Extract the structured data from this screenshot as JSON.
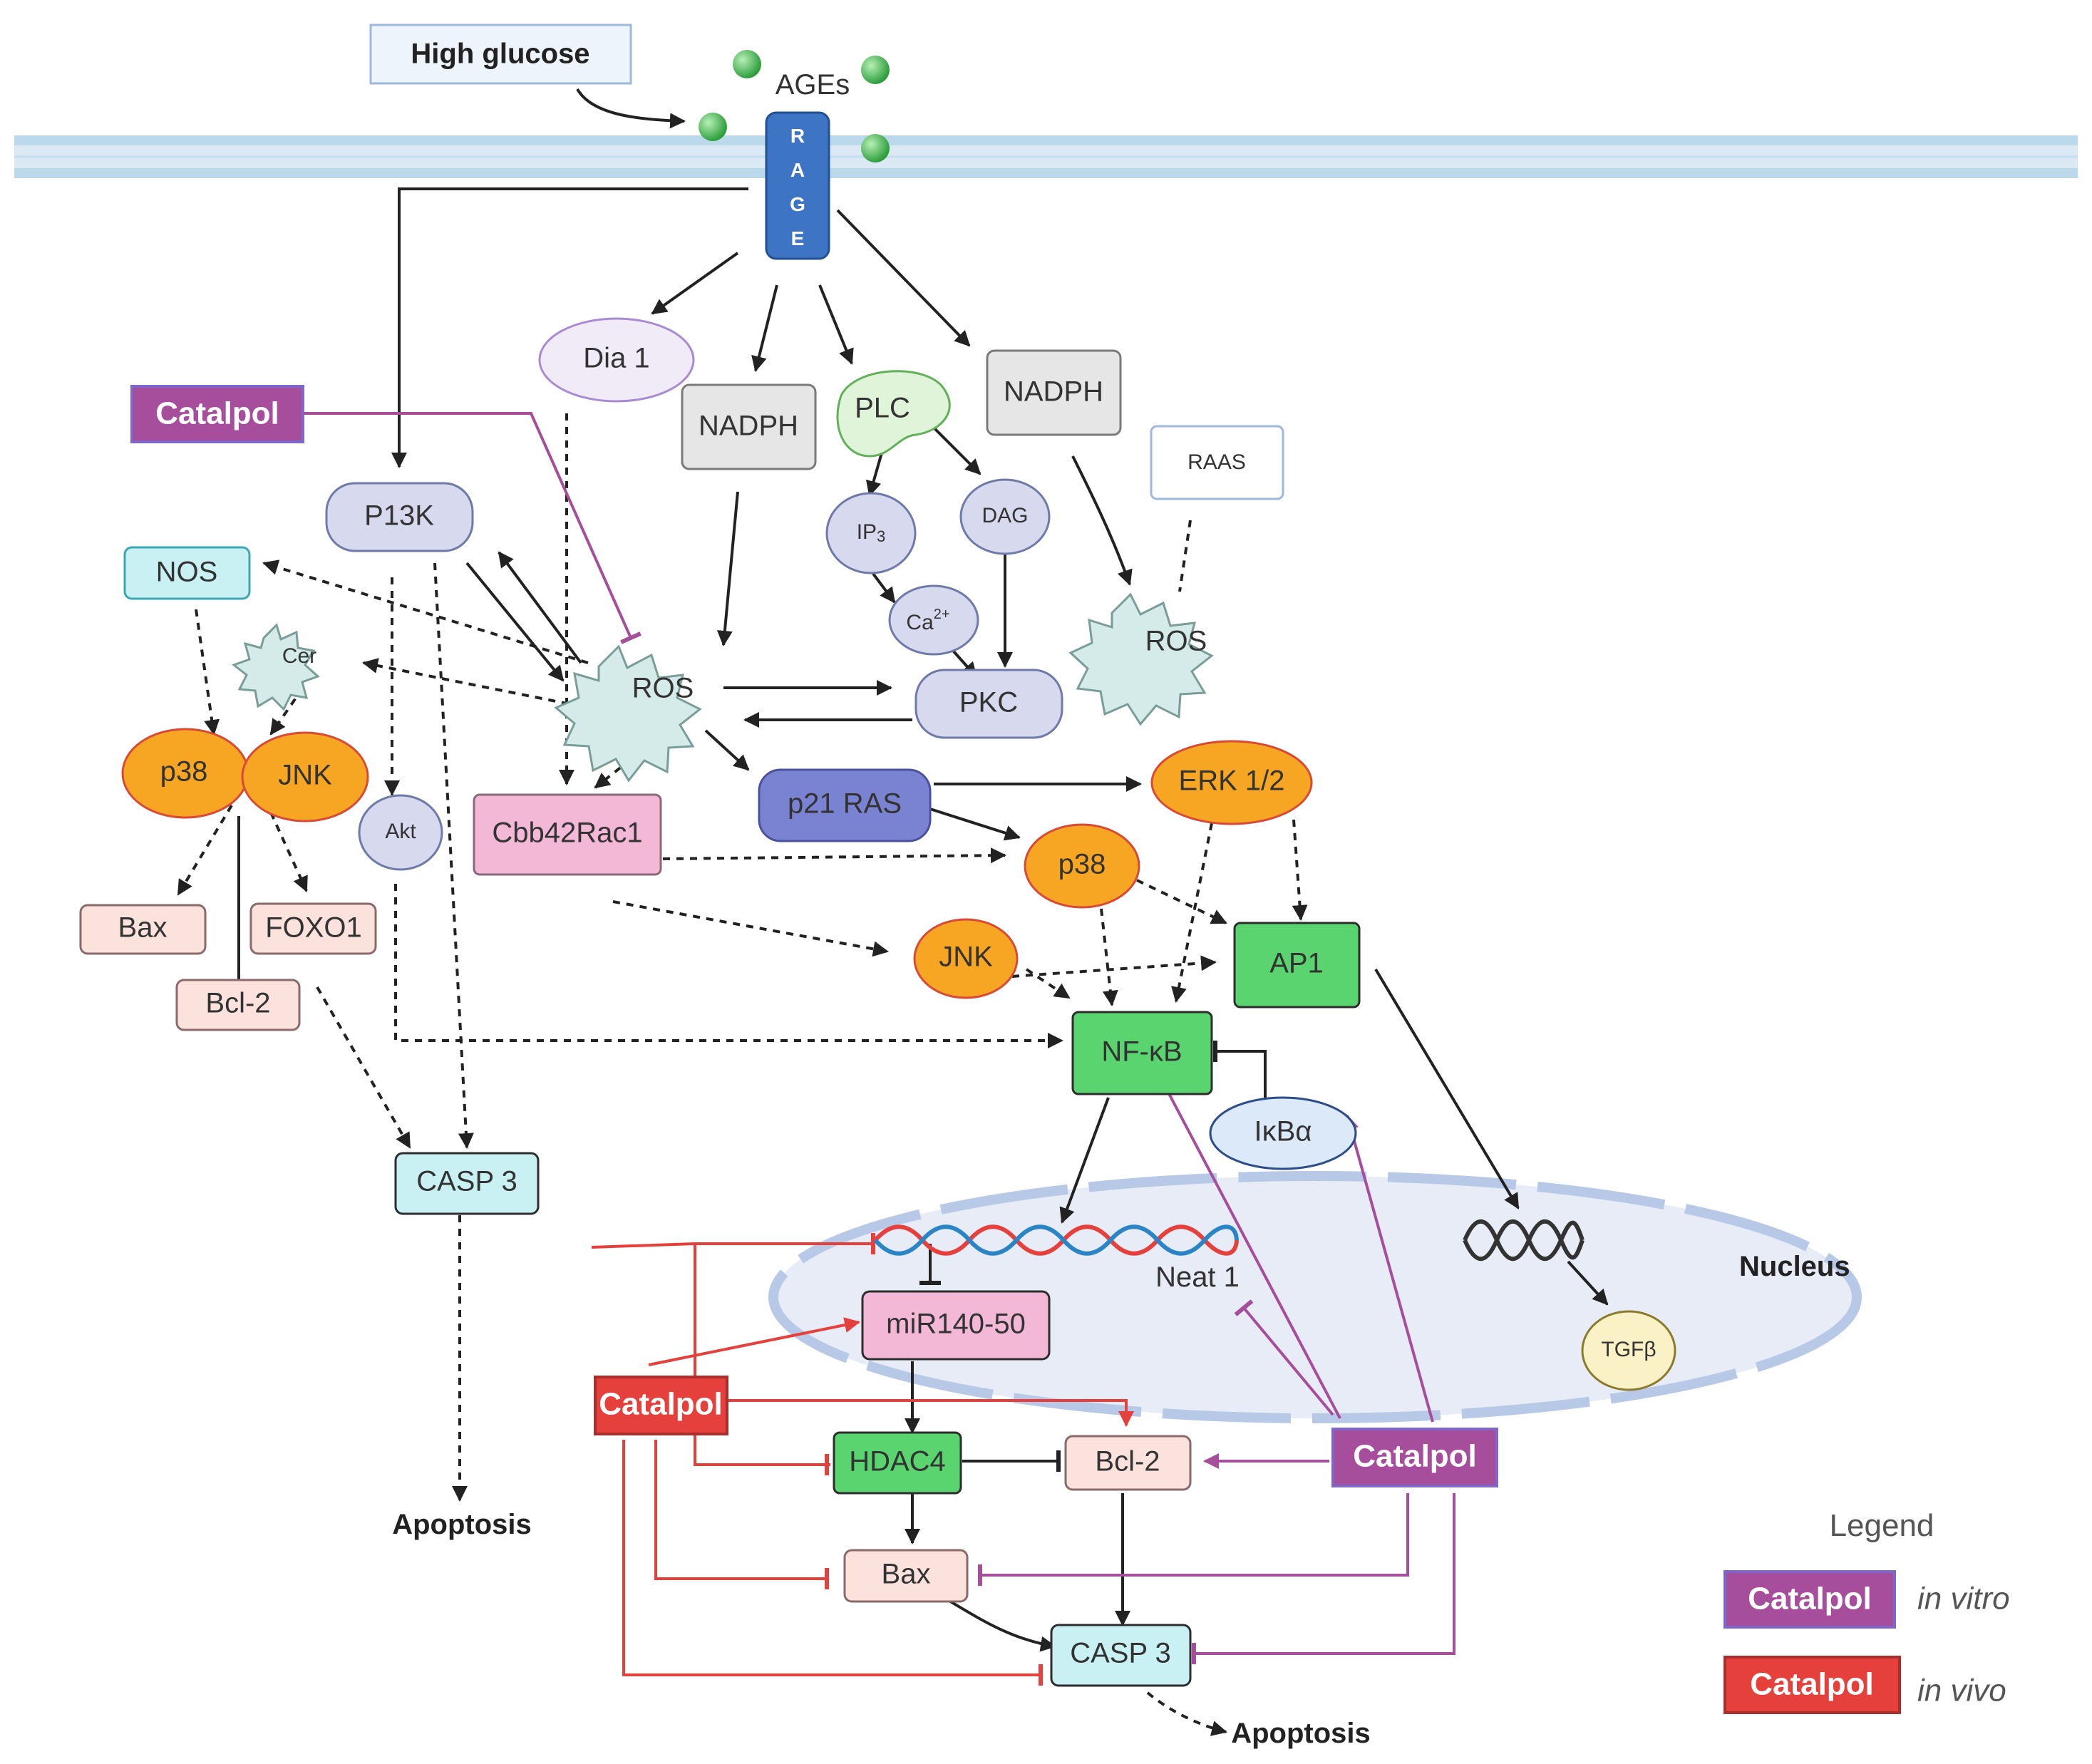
{
  "labels": {
    "high_glucose": "High glucose",
    "ages": "AGEs",
    "rage_r": "R",
    "rage_a": "A",
    "rage_g": "G",
    "rage_e": "E",
    "dia1": "Dia 1",
    "nadph": "NADPH",
    "plc": "PLC",
    "raas": "RAAS",
    "p13k": "P13K",
    "nos": "NOS",
    "cer": "Cer",
    "ip3": "IP",
    "ip3_sub": "3",
    "dag": "DAG",
    "ca": "Ca",
    "ca_sup": "2+",
    "ros": "ROS",
    "pkc": "PKC",
    "p38": "p38",
    "jnk": "JNK",
    "akt": "Akt",
    "cbb42rac1": "Cbb42Rac1",
    "p21ras": "p21 RAS",
    "erk12": "ERK 1/2",
    "bax": "Bax",
    "foxo1": "FOXO1",
    "bcl2": "Bcl-2",
    "ap1": "AP1",
    "nfkb": "NF-κB",
    "ikba": "IκBα",
    "casp3": "CASP 3",
    "apoptosis": "Apoptosis",
    "neat1": "Neat 1",
    "nucleus": "Nucleus",
    "mir": "miR140-50",
    "hdac4": "HDAC4",
    "tgfb": "TGFβ",
    "catalpol": "Catalpol",
    "legend_title": "Legend",
    "in_vitro": "in vitro",
    "in_vivo": "in vivo"
  },
  "colors": {
    "in_vitro": "#a64e9c",
    "in_vivo": "#e5403b",
    "orange": "#f7a623",
    "green": "#59d46e",
    "lavender": "#d7d9ee",
    "pink": "#f2b8d6",
    "peach": "#fbe2dc",
    "cyan": "#c9f0f3",
    "grey": "#e6e6e6",
    "membrane": "#bcd9ec"
  }
}
